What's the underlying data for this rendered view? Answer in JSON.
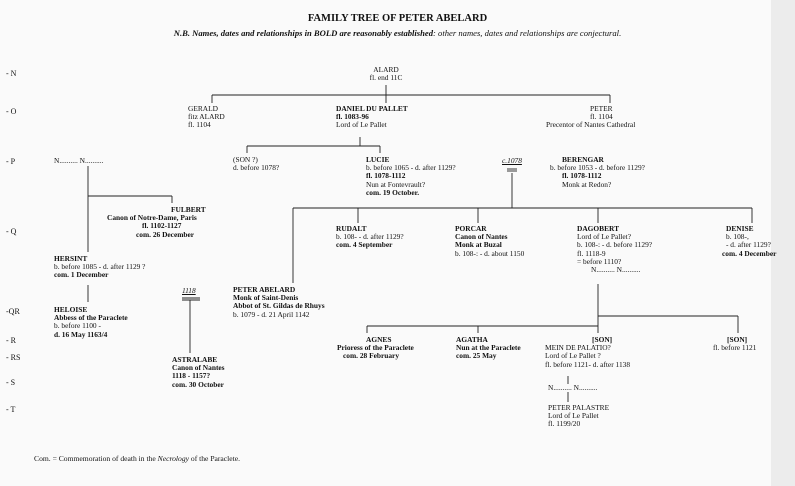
{
  "header": {
    "title": "FAMILY TREE OF PETER ABELARD",
    "note_bold": "N.B. Names, dates  and relationships in BOLD are reasonably established",
    "note_rest": ": other names, dates and relationships are conjectural."
  },
  "generations": [
    "- N",
    "- O",
    "- P",
    "- Q",
    "-QR",
    "- R",
    "- RS",
    "- S",
    "- T"
  ],
  "people": {
    "alard": [
      "ALARD",
      "fl. end 11C"
    ],
    "gerald": [
      "GERALD",
      "fitz ALARD",
      "fl. 1104"
    ],
    "daniel": [
      "DANIEL DU PALLET",
      "fl. 1083-96",
      "Lord of Le Pallet"
    ],
    "peter_prec": [
      "PETER",
      "fl. 1104",
      "Precentor of Nantes Cathedral"
    ],
    "son": [
      "(SON ?)",
      "d. before 1078?"
    ],
    "lucie": [
      "LUCIE",
      "b. before 1065 - d. after 1129?",
      "fl. 1078-1112",
      "Nun at Fontevrault?",
      "com. 19 October."
    ],
    "marriage_1078": "c.1078",
    "berengar": [
      "BERENGAR",
      "b. before 1053 - d. before 1129?",
      "fl. 1078-1112",
      "Monk at Redon?"
    ],
    "n_n_left": "N.......... N..........",
    "fulbert": [
      "FULBERT",
      "Canon of Notre-Dame, Paris",
      "fl. 1102-1127",
      "com. 26 December"
    ],
    "hersint": [
      "HERSINT",
      "b. before 1085 - d. after 1129 ?",
      "com. 1 December"
    ],
    "rudalt": [
      "RUDALT",
      "b. 108- - d. after 1129?",
      "com. 4 September"
    ],
    "porcar": [
      "PORCAR",
      "Canon of Nantes",
      "Monk at Buzal",
      "b. 108-: - d. about 1150"
    ],
    "dagobert": [
      "DAGOBERT",
      "Lord of Le Pallet?",
      "b. 108-: - d. before 1129?",
      "fl. 1118-9",
      "= before 1110?",
      "N.......... N.........."
    ],
    "denise": [
      "DENISE",
      "b. 108-,",
      "- d. after 1129?",
      "com. 4 December"
    ],
    "peter_abelard": [
      "PETER ABELARD",
      "Monk of Saint-Denis",
      "Abbot of St. Gildas de Rhuys",
      "b. 1079 - d. 21 April 1142"
    ],
    "marriage_1118": "1118",
    "heloise": [
      "HELOISE",
      "Abbess of the Paraclete",
      "b. before 1100 -",
      "d. 16 May 1163/4"
    ],
    "astralabe": [
      "ASTRALABE",
      "Canon of Nantes",
      "1118 - 1157?",
      "com. 30 October"
    ],
    "agnes": [
      "AGNES",
      "Prioress of the Paraclete",
      "com. 28 February"
    ],
    "agatha": [
      "AGATHA",
      "Nun at the Paraclete",
      "com. 25 May"
    ],
    "son_mein": [
      "[SON]",
      "MEIN DE PALATIO?",
      "Lord of Le Pallet ?",
      "fl. before 1121- d. after 1138"
    ],
    "son_right": [
      "[SON]",
      "fl. before 1121"
    ],
    "n_n_bottom": "N.......... N..........",
    "peter_palastre": [
      "PETER PALASTRE",
      "Lord of Le Pallet",
      "fl. 1199/20"
    ]
  },
  "footnote": {
    "prefix": "Com. = Commemoration of death in the ",
    "italic": "Necrology",
    "suffix": " of the Paraclete."
  }
}
